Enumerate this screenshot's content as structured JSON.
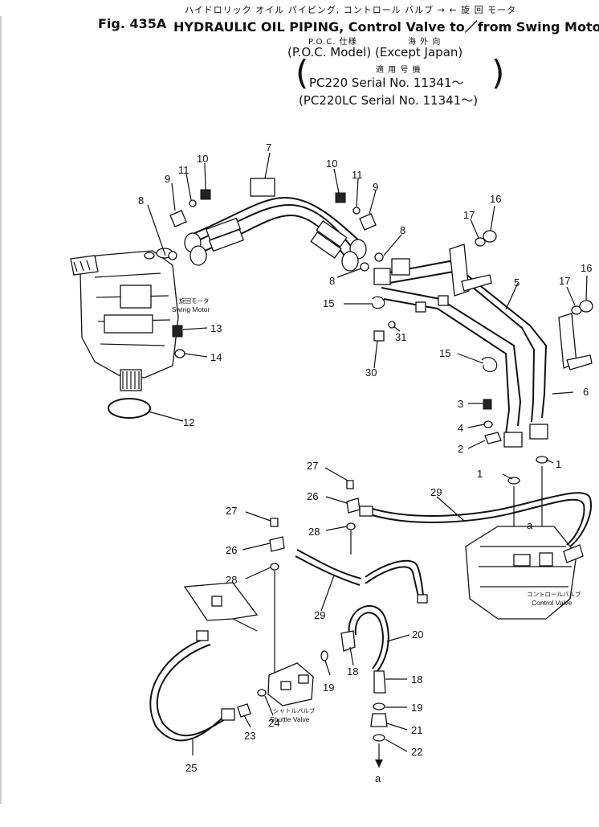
{
  "header": {
    "jp_title": "ハイドロリック オイル パイピング, コントロール バルブ → ← 旋 回 モータ",
    "fig_label": "Fig. 435A",
    "en_title": "HYDRAULIC OIL PIPING, Control Valve to／from Swing Motor",
    "jp_spec": "P.O.C. 仕様",
    "jp_overseas": "海 外 向",
    "en_spec": "(P.O.C. Model) (Except Japan)",
    "jp_applic": "適 用 号 機",
    "serial_line1": "PC220     Serial No. 11341～",
    "serial_line2": "(PC220LC Serial No. 11341～)",
    "bracket_open": "(",
    "bracket_close": ")"
  },
  "components": {
    "swing_motor_jp": "旋回モータ",
    "swing_motor": "Swing Motor",
    "control_valve_jp": "コントロールバルブ",
    "control_valve": "Control Valve",
    "shuttle_valve_jp": "シャトルバルブ",
    "shuttle_valve": "Shuttle Valve",
    "ref_a_top": "a",
    "ref_a_bottom": "a"
  },
  "callouts": [
    "1",
    "1",
    "2",
    "3",
    "4",
    "5",
    "6",
    "7",
    "8",
    "8",
    "8",
    "9",
    "9",
    "10",
    "10",
    "11",
    "11",
    "12",
    "13",
    "14",
    "15",
    "15",
    "16",
    "16",
    "17",
    "17",
    "18",
    "18",
    "19",
    "19",
    "20",
    "21",
    "22",
    "23",
    "24",
    "25",
    "26",
    "26",
    "27",
    "27",
    "28",
    "28",
    "29",
    "29",
    "30",
    "31"
  ]
}
